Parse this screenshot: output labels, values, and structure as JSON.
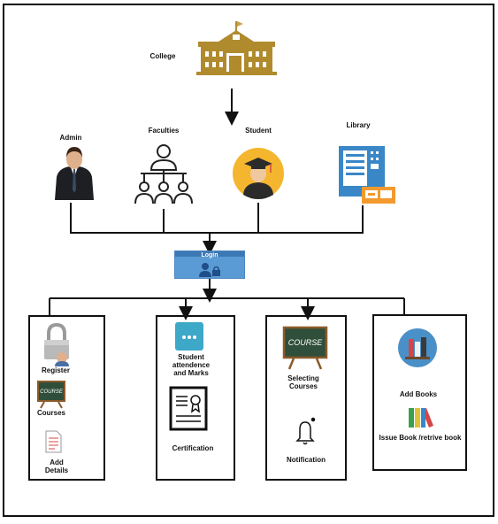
{
  "title": "College",
  "roles": {
    "admin": "Admin",
    "faculties": "Faculties",
    "student": "Student",
    "library": "Library"
  },
  "login": "Login",
  "admin_box": {
    "register": "Register",
    "courses": "Courses",
    "add_details_line1": "Add",
    "add_details_line2": "Details"
  },
  "faculty_box": {
    "attendance_line1": "Student",
    "attendance_line2": "attendence",
    "attendance_line3": "and Marks",
    "certification": "Certification"
  },
  "student_box": {
    "selecting_line1": "Selecting",
    "selecting_line2": "Courses",
    "notification": "Notification"
  },
  "library_box": {
    "add_books": "Add Books",
    "issue_books": "Issue Book /retrive book"
  },
  "colors": {
    "college": "#b08b2e",
    "student_circle": "#f4b62e",
    "library": "#3a87c8",
    "login": "#5b9bd5",
    "chalkboard": "#2f4f3a"
  }
}
